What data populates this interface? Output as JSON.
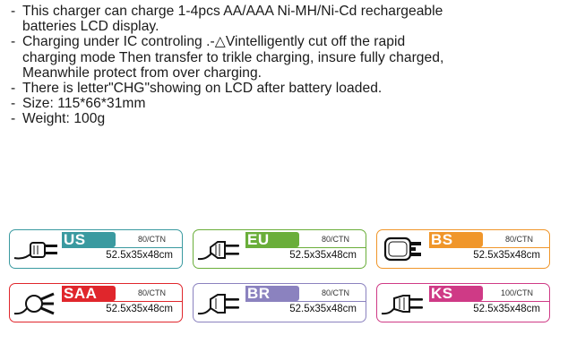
{
  "specs": [
    {
      "text": "This charger can charge 1-4pcs AA/AAA Ni-MH/Ni-Cd rechargeable",
      "continued": false
    },
    {
      "text": "batteries LCD display.",
      "continued": true
    },
    {
      "text": "Charging under IC controling .-△Vintelligently cut off the rapid",
      "continued": false
    },
    {
      "text": "charging  mode Then transfer to trikle charging, insure fully charged,",
      "continued": true
    },
    {
      "text": "Meanwhile  protect  from  over charging.",
      "continued": true
    },
    {
      "text": "There is letter\"CHG\"showing on LCD after battery loaded.",
      "continued": false
    },
    {
      "text": "Size: 115*66*31mm",
      "continued": false
    },
    {
      "text": "Weight: 100g",
      "continued": false
    }
  ],
  "plugs": [
    {
      "code": "US",
      "qty": "80/CTN",
      "dims": "52.5x35x48cm",
      "color": "#3a9aa0",
      "icon": "us-plug-icon"
    },
    {
      "code": "EU",
      "qty": "80/CTN",
      "dims": "52.5x35x48cm",
      "color": "#6aae3a",
      "icon": "eu-plug-icon"
    },
    {
      "code": "BS",
      "qty": "80/CTN",
      "dims": "52.5x35x48cm",
      "color": "#f0962a",
      "icon": "bs-plug-icon"
    },
    {
      "code": "SAA",
      "qty": "80/CTN",
      "dims": "52.5x35x48cm",
      "color": "#e0262c",
      "icon": "saa-plug-icon"
    },
    {
      "code": "BR",
      "qty": "80/CTN",
      "dims": "52.5x35x48cm",
      "color": "#8b82bf",
      "icon": "br-plug-icon"
    },
    {
      "code": "KS",
      "qty": "100/CTN",
      "dims": "52.5x35x48cm",
      "color": "#cf3a86",
      "icon": "ks-plug-icon"
    }
  ]
}
